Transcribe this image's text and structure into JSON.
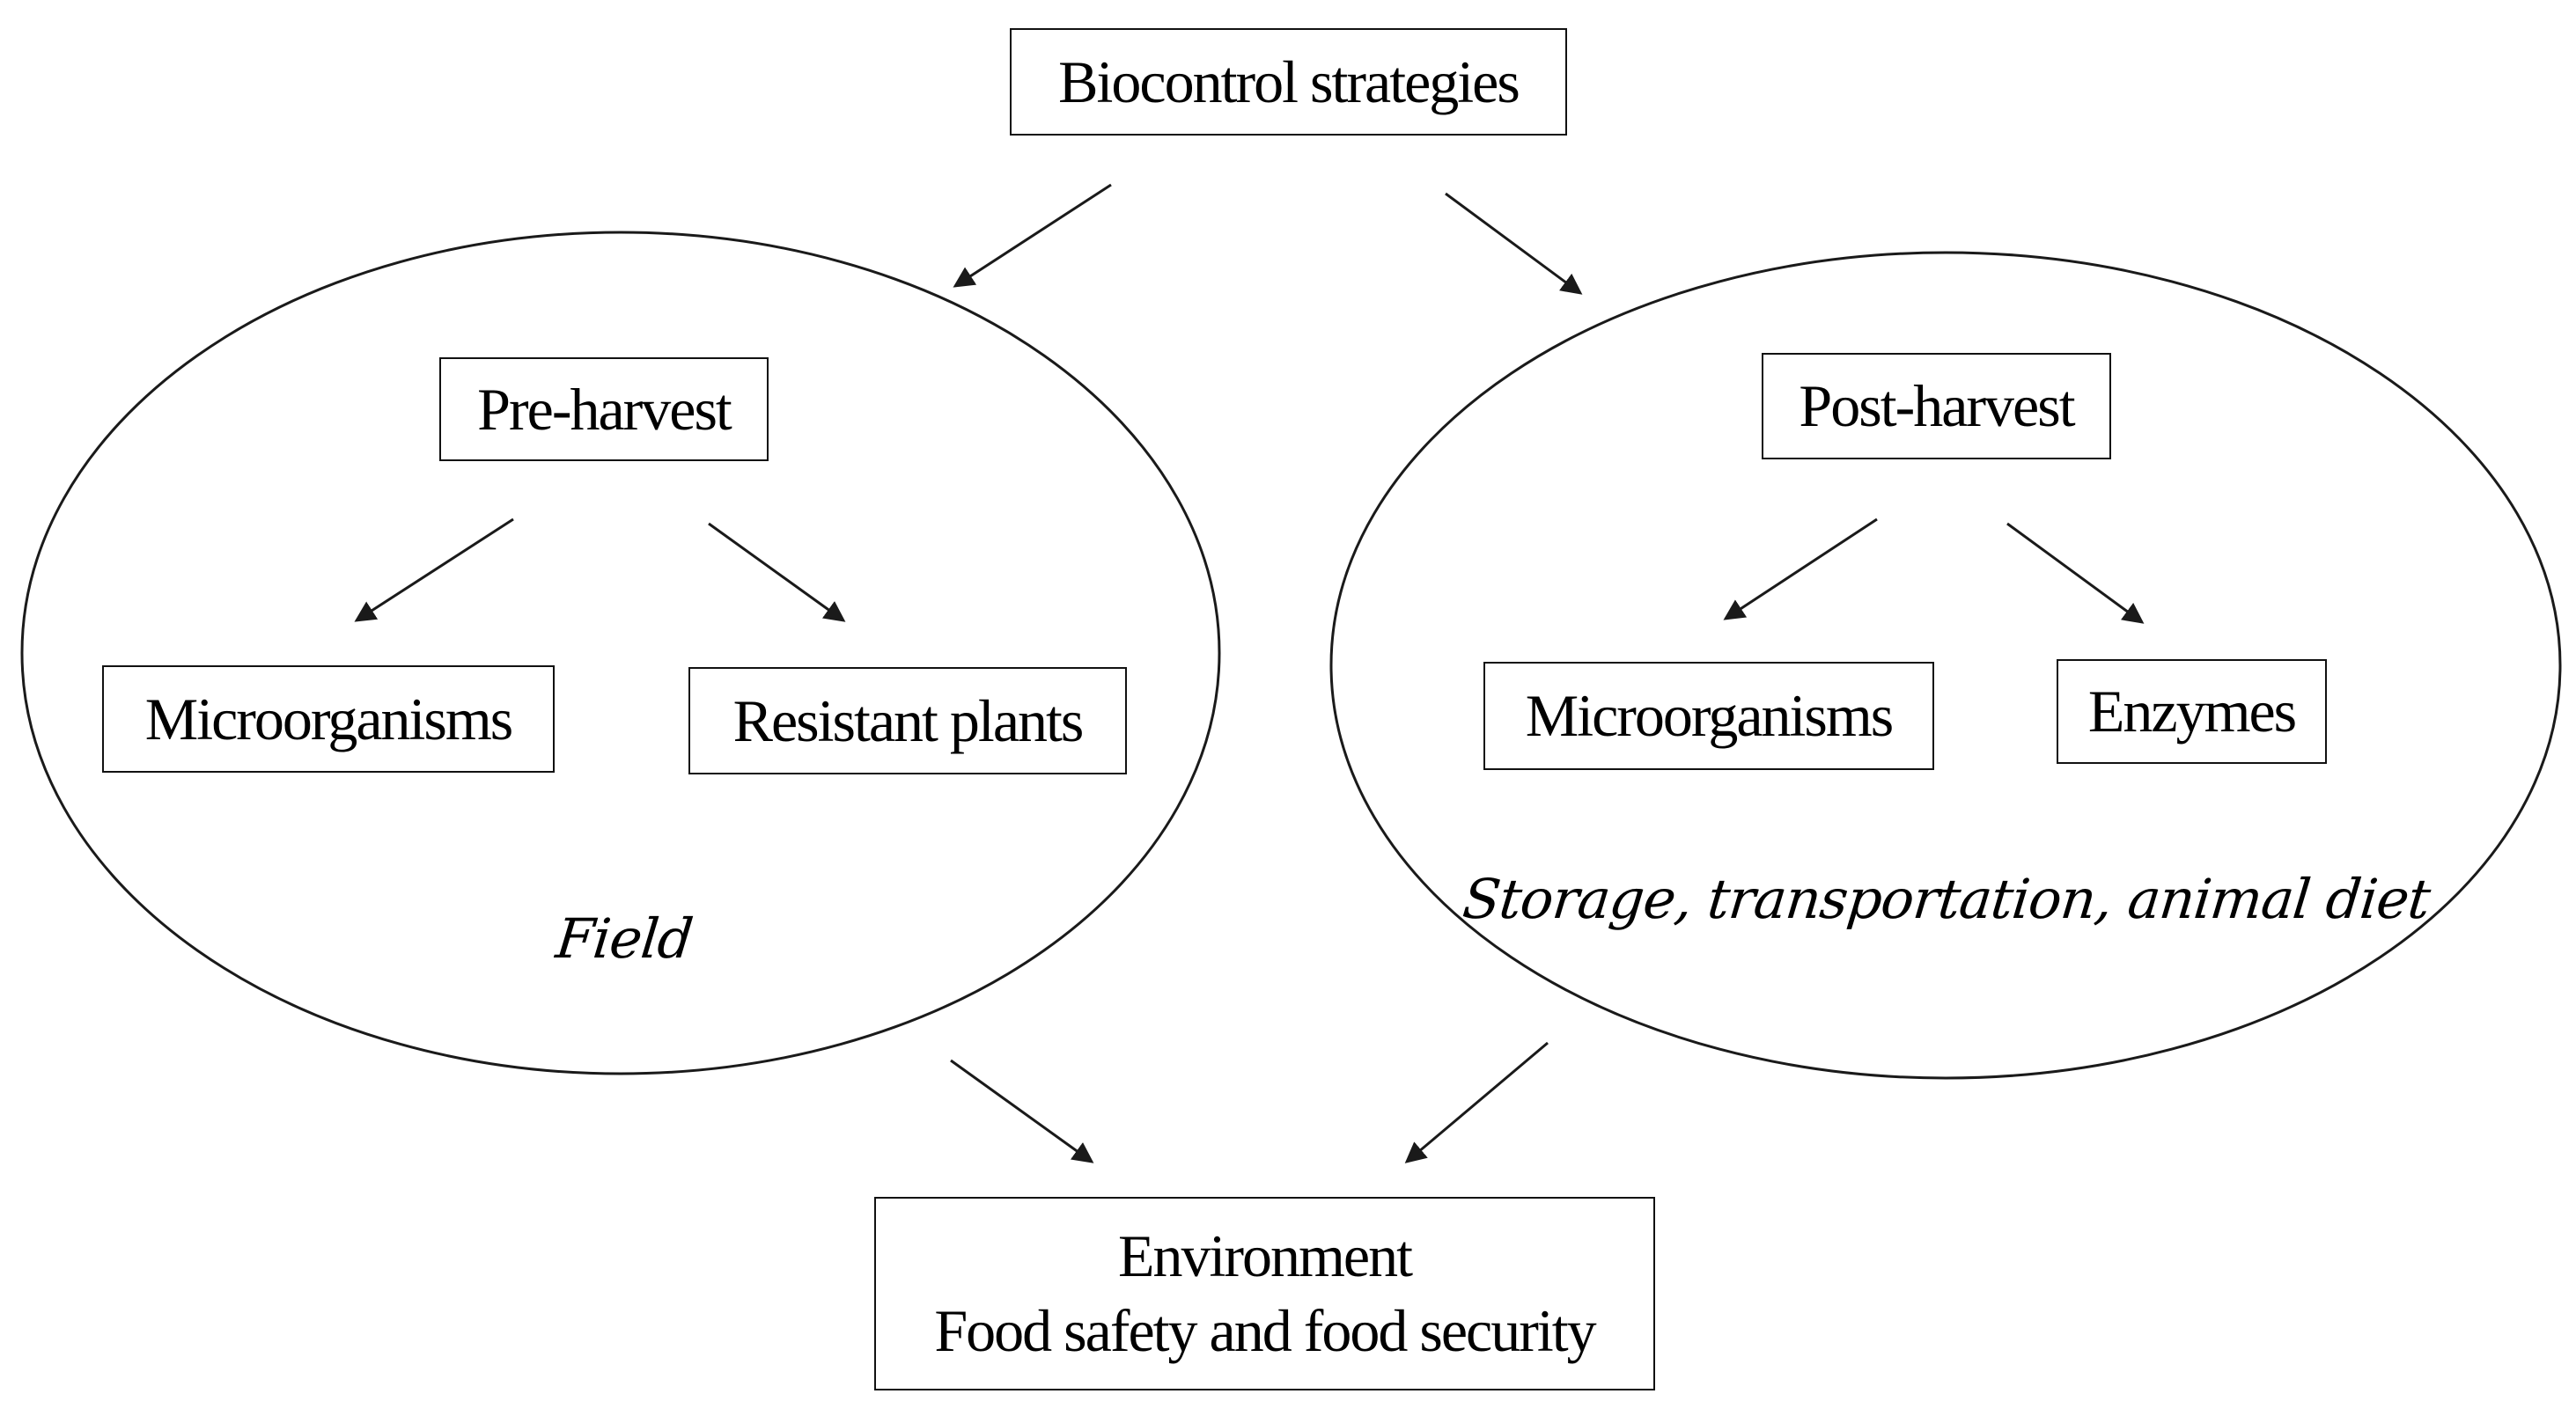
{
  "root": {
    "label": "Biocontrol strategies"
  },
  "pre_harvest": {
    "title": "Pre-harvest",
    "items": [
      "Microorganisms",
      "Resistant plants"
    ],
    "context": "Field"
  },
  "post_harvest": {
    "title": "Post-harvest",
    "items": [
      "Microorganisms",
      "Enzymes"
    ],
    "context": "Storage, transportation, animal diet"
  },
  "outcome": {
    "line1": "Environment",
    "line2": "Food safety and food security"
  },
  "colors": {
    "stroke": "#1a1a1a",
    "text": "#000000",
    "background": "#ffffff"
  }
}
